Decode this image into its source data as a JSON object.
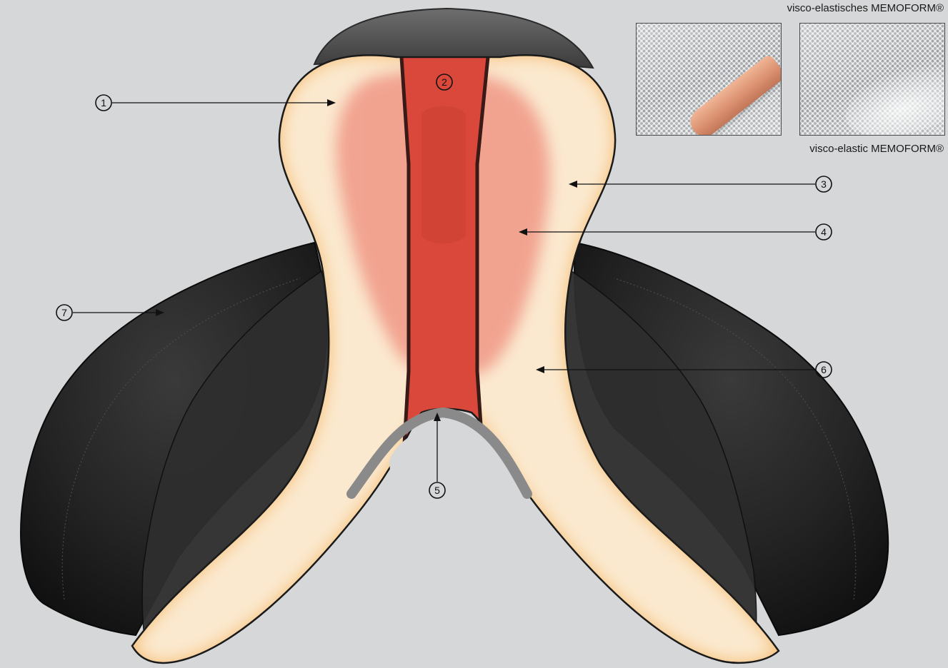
{
  "captions": {
    "german": "visco-elastisches MEMOFORM®",
    "english": "visco-elastic MEMOFORM®"
  },
  "callouts": [
    {
      "id": "1",
      "label": "1"
    },
    {
      "id": "2",
      "label": "2"
    },
    {
      "id": "3",
      "label": "3"
    },
    {
      "id": "4",
      "label": "4"
    },
    {
      "id": "5",
      "label": "5"
    },
    {
      "id": "6",
      "label": "6"
    },
    {
      "id": "7",
      "label": "7"
    }
  ],
  "colors": {
    "background": "#d6d7d9",
    "saddle_leather": "#1c1c1c",
    "cushion_outer": "#f2a440",
    "cushion_inner": "#fbe9cf",
    "channel_red": "#d9483a",
    "pressure_zone": "#ee8c7c",
    "tree_arch": "#8a8a8a"
  },
  "icons": [
    "arrow-icon",
    "callout-circle-icon",
    "memoform-foam-photo",
    "finger-press-photo"
  ]
}
